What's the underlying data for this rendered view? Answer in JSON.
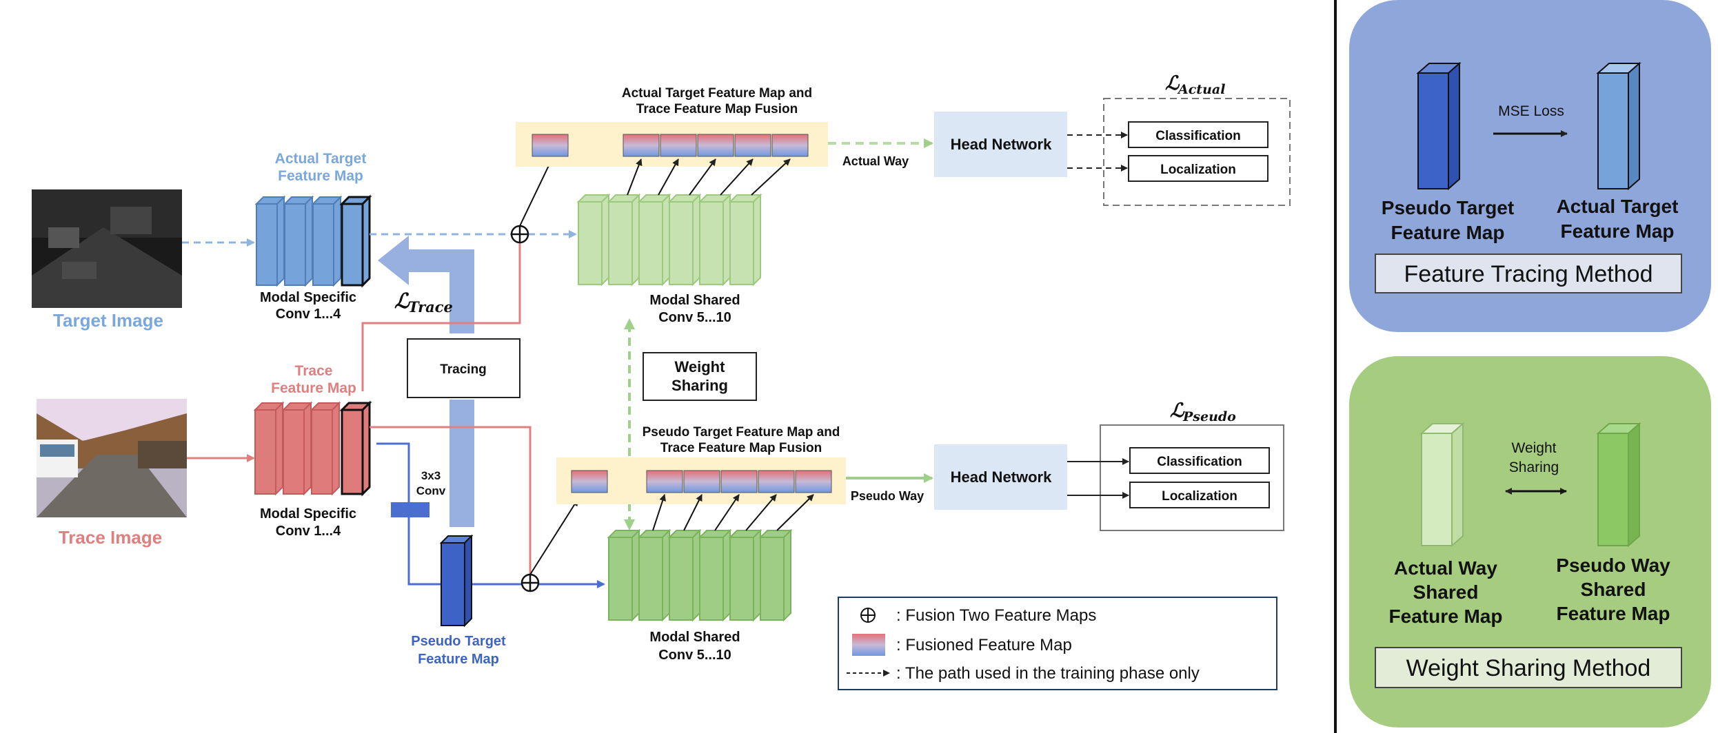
{
  "colors": {
    "blue_text": "#7aa7dc",
    "red_text": "#e07f7f",
    "dark_blue_text": "#3d63c9",
    "fusion_bg": "#fdf2cc",
    "head_bg": "#dbe7f5",
    "panel_top_bg": "#8ea6da",
    "panel_bottom_bg": "#a6cc7f"
  },
  "inputs": {
    "target_image_label": "Target Image",
    "trace_image_label": "Trace Image"
  },
  "top_branch": {
    "feature_label_line1": "Actual Target",
    "feature_label_line2": "Feature Map",
    "conv_label_line1": "Modal Specific",
    "conv_label_line2": "Conv 1...4",
    "fusion_title_line1": "Actual Target Feature Map and",
    "fusion_title_line2": "Trace Feature Map Fusion",
    "shared_label_line1": "Modal Shared",
    "shared_label_line2": "Conv 5...10",
    "way_label": "Actual Way",
    "head_label": "Head Network",
    "loss_label": "ℒ",
    "loss_sub": "Actual",
    "out1": "Classification",
    "out2": "Localization"
  },
  "bottom_branch": {
    "feature_label_line1": "Trace",
    "feature_label_line2": "Feature Map",
    "conv_label_line1": "Modal Specific",
    "conv_label_line2": "Conv 1...4",
    "conv3_line1": "3x3",
    "conv3_line2": "Conv",
    "pseudo_label_line1": "Pseudo Target",
    "pseudo_label_line2": "Feature Map",
    "fusion_title_line1": "Pseudo Target  Feature Map and",
    "fusion_title_line2": "Trace Feature Map Fusion",
    "shared_label_line1": "Modal Shared",
    "shared_label_line2": "Conv 5...10",
    "way_label": "Pseudo Way",
    "head_label": "Head Network",
    "loss_label": "ℒ",
    "loss_sub": "Pseudo",
    "out1": "Classification",
    "out2": "Localization"
  },
  "middle": {
    "trace_loss": "ℒ",
    "trace_loss_sub": "Trace",
    "tracing_label": "Tracing",
    "weight_sharing_line1": "Weight",
    "weight_sharing_line2": "Sharing"
  },
  "legend": {
    "fusion_symbol": "⊕",
    "item1": ": Fusion Two Feature Maps",
    "item2": ": Fusioned Feature Map",
    "item3": ": The path used in the training phase only"
  },
  "panel_top": {
    "left_line1": "Pseudo Target",
    "left_line2": "Feature Map",
    "right_line1": "Actual Target",
    "right_line2": "Feature Map",
    "arrow_label": "MSE Loss",
    "title": "Feature Tracing Method"
  },
  "panel_bottom": {
    "left_line1": "Actual Way",
    "left_line2": "Shared",
    "left_line3": "Feature Map",
    "right_line1": "Pseudo Way",
    "right_line2": "Shared",
    "right_line3": "Feature Map",
    "arrow_label_line1": "Weight",
    "arrow_label_line2": "Sharing",
    "title": "Weight Sharing Method"
  }
}
